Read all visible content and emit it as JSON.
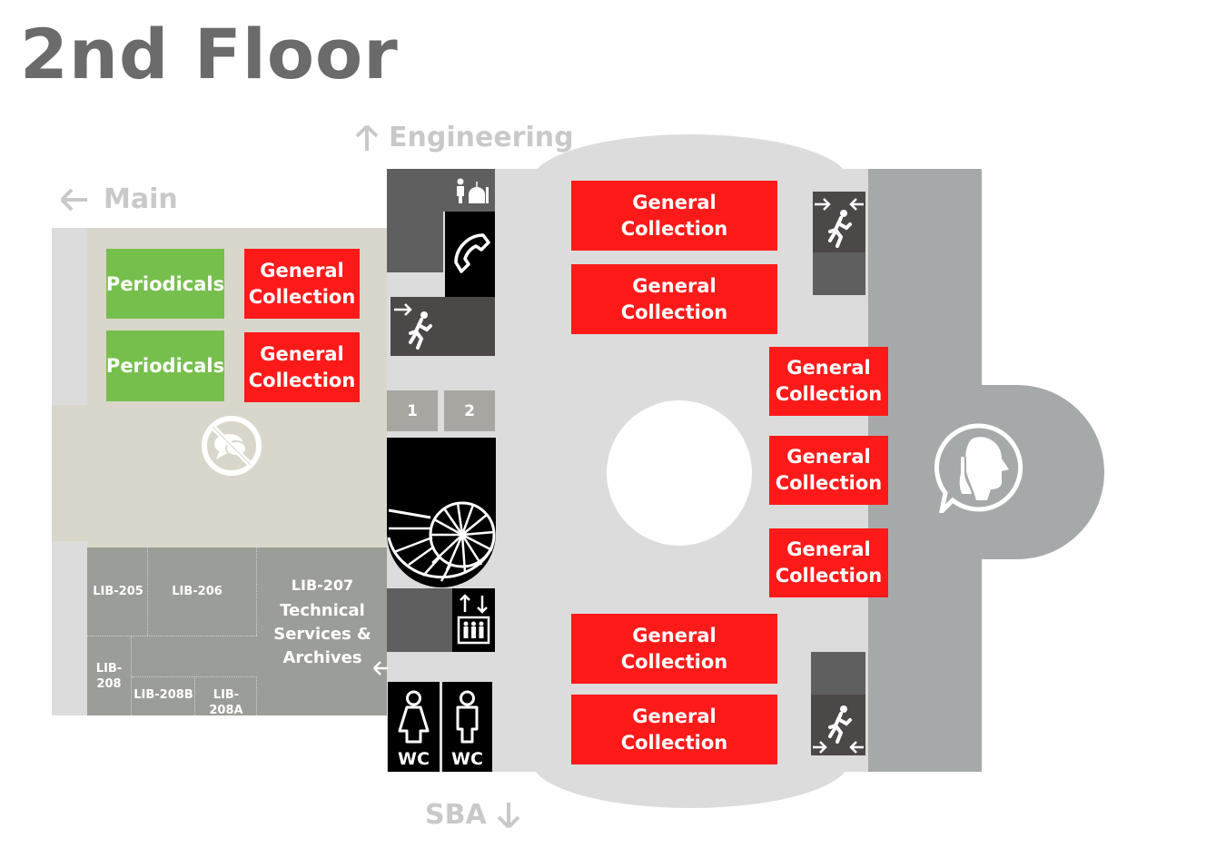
{
  "title": "2nd Floor",
  "directions": {
    "engineering": "Engineering",
    "main": "Main",
    "sba": "SBA"
  },
  "left_wing": {
    "periodicals": [
      "Periodicals",
      "Periodicals"
    ],
    "general_collection": [
      "General Collection",
      "General Collection"
    ],
    "rooms": {
      "lib205": "LIB-205",
      "lib206": "LIB-206",
      "lib207": "LIB-207",
      "lib207_name": "Technical Services & Archives",
      "lib208": "LIB-208",
      "lib208b": "LIB-208B",
      "lib208a": "LIB-208A"
    }
  },
  "core": {
    "elevator_1": "1",
    "elevator_2": "2",
    "wc_women": "WC",
    "wc_men": "WC"
  },
  "main_hall": {
    "wide_shelves": [
      "General Collection",
      "General Collection",
      "General Collection",
      "General Collection"
    ],
    "narrow_shelves": [
      "General Collection",
      "General Collection",
      "General Collection"
    ]
  },
  "icons": {
    "no_talking_zone": "no-talking-icon",
    "quiet_zone": "quiet-zone-icon",
    "emergency_exit": "emergency-exit-icon",
    "prayer_room": "prayer-room-icon",
    "phone": "phone-icon",
    "staircase": "spiral-staircase-icon",
    "elevator": "elevator-icon"
  },
  "colors": {
    "general_collection": "#ff1a1a",
    "periodicals": "#76bf4c",
    "hall_floor": "#dcdcdc",
    "left_floor": "#d9d7cb",
    "offices": "#9b9d98",
    "quiet_zone": "#a6a9aa"
  }
}
